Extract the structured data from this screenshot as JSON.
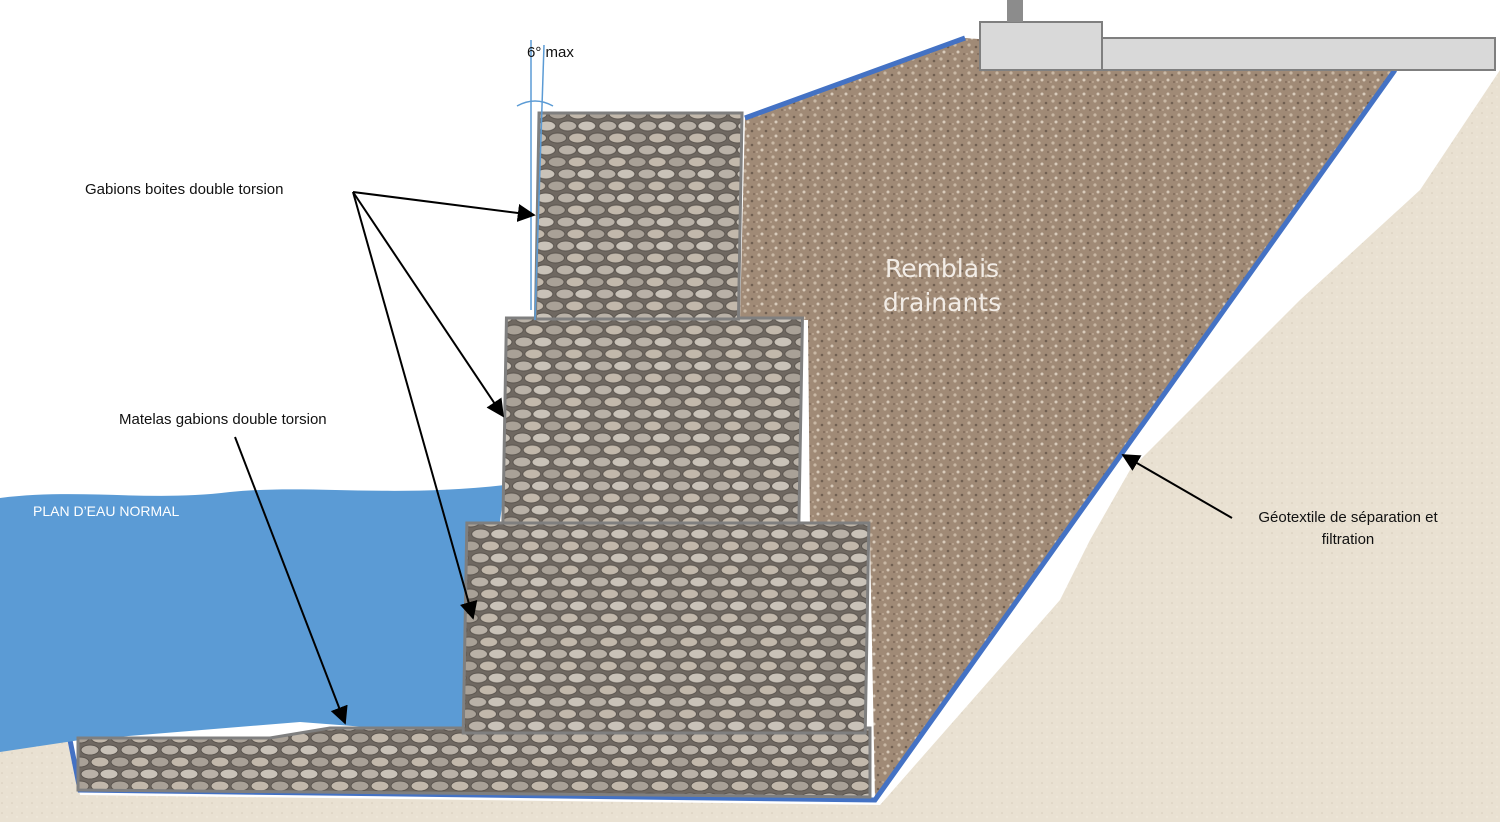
{
  "labels": {
    "angle": "6° max",
    "gabions_boites": "Gabions boites double torsion",
    "matelas": "Matelas gabions double torsion",
    "plan_eau": "PLAN D’EAU NORMAL",
    "remblais_line1": "Remblais",
    "remblais_line2": "drainants",
    "geotextile_line1": "Géotextile de séparation et",
    "geotextile_line2": "filtration"
  },
  "colors": {
    "water": "#5b9bd5",
    "soil": "#e9e1d2",
    "backfill": "#a08a76",
    "geotextile": "#4472c4",
    "gabion_frame": "#7f7f7f",
    "stone": "#b3aca3",
    "slab": "#d9d9d9"
  }
}
